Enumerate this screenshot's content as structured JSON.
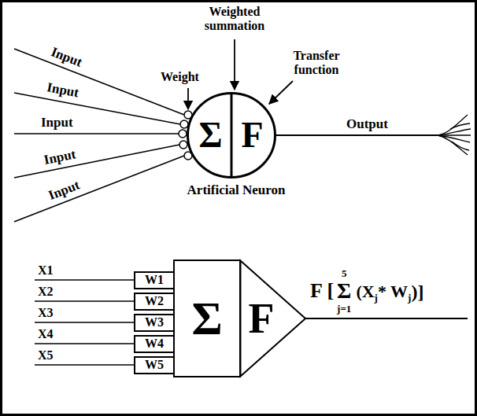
{
  "diagram": {
    "nodes": [
      {
        "text": [
          "Σ",
          "F"
        ]
      },
      {
        "text": [
          "W1"
        ]
      },
      {
        "text": [
          "W2"
        ]
      },
      {
        "text": [
          "W3"
        ]
      },
      {
        "text": [
          "W4"
        ]
      },
      {
        "text": [
          "W5"
        ]
      },
      {
        "text": [
          "Σ"
        ]
      },
      {
        "text": [
          "F"
        ]
      }
    ],
    "labels": [
      "Weighted summation",
      "Weight",
      "Transfer function",
      "Input",
      "Input",
      "Input",
      "Input",
      "Input",
      "Output",
      "Artificial Neuron",
      "X1",
      "X2",
      "X3",
      "X4",
      "X5",
      "F [",
      "5",
      "Σ",
      "j=1",
      "(X",
      "j",
      "* W",
      "j",
      ")]"
    ]
  }
}
